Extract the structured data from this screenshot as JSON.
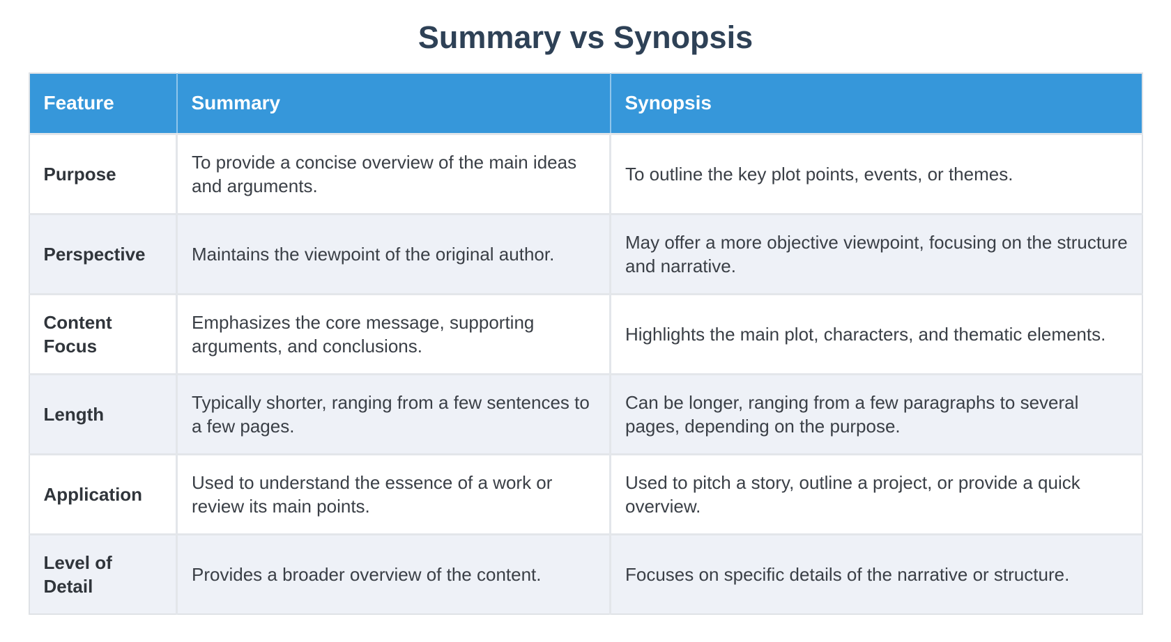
{
  "title": "Summary vs Synopsis",
  "colors": {
    "header_bg": "#3697da",
    "header_text": "#ffffff",
    "row_alt_bg": "#eef1f7",
    "row_bg": "#ffffff",
    "grid_border": "#e3e6ea",
    "title_text": "#2e4156",
    "body_text": "#3a3f46"
  },
  "table": {
    "columns": [
      "Feature",
      "Summary",
      "Synopsis"
    ],
    "rows": [
      {
        "feature": "Purpose",
        "summary": "To provide a concise overview of the main ideas and arguments.",
        "synopsis": "To outline the key plot points, events, or themes."
      },
      {
        "feature": "Perspective",
        "summary": "Maintains the viewpoint of the original author.",
        "synopsis": "May offer a more objective viewpoint, focusing on the structure and narrative."
      },
      {
        "feature": "Content Focus",
        "summary": "Emphasizes the core message, supporting arguments, and conclusions.",
        "synopsis": "Highlights the main plot, characters, and thematic elements."
      },
      {
        "feature": "Length",
        "summary": "Typically shorter, ranging from a few sentences to a few pages.",
        "synopsis": "Can be longer, ranging from a few paragraphs to several pages, depending on the purpose."
      },
      {
        "feature": "Application",
        "summary": "Used to understand the essence of a work or review its main points.",
        "synopsis": "Used to pitch a story, outline a project, or provide a quick overview."
      },
      {
        "feature": "Level of Detail",
        "summary": "Provides a broader overview of the content.",
        "synopsis": "Focuses on specific details of the narrative or structure."
      }
    ]
  }
}
